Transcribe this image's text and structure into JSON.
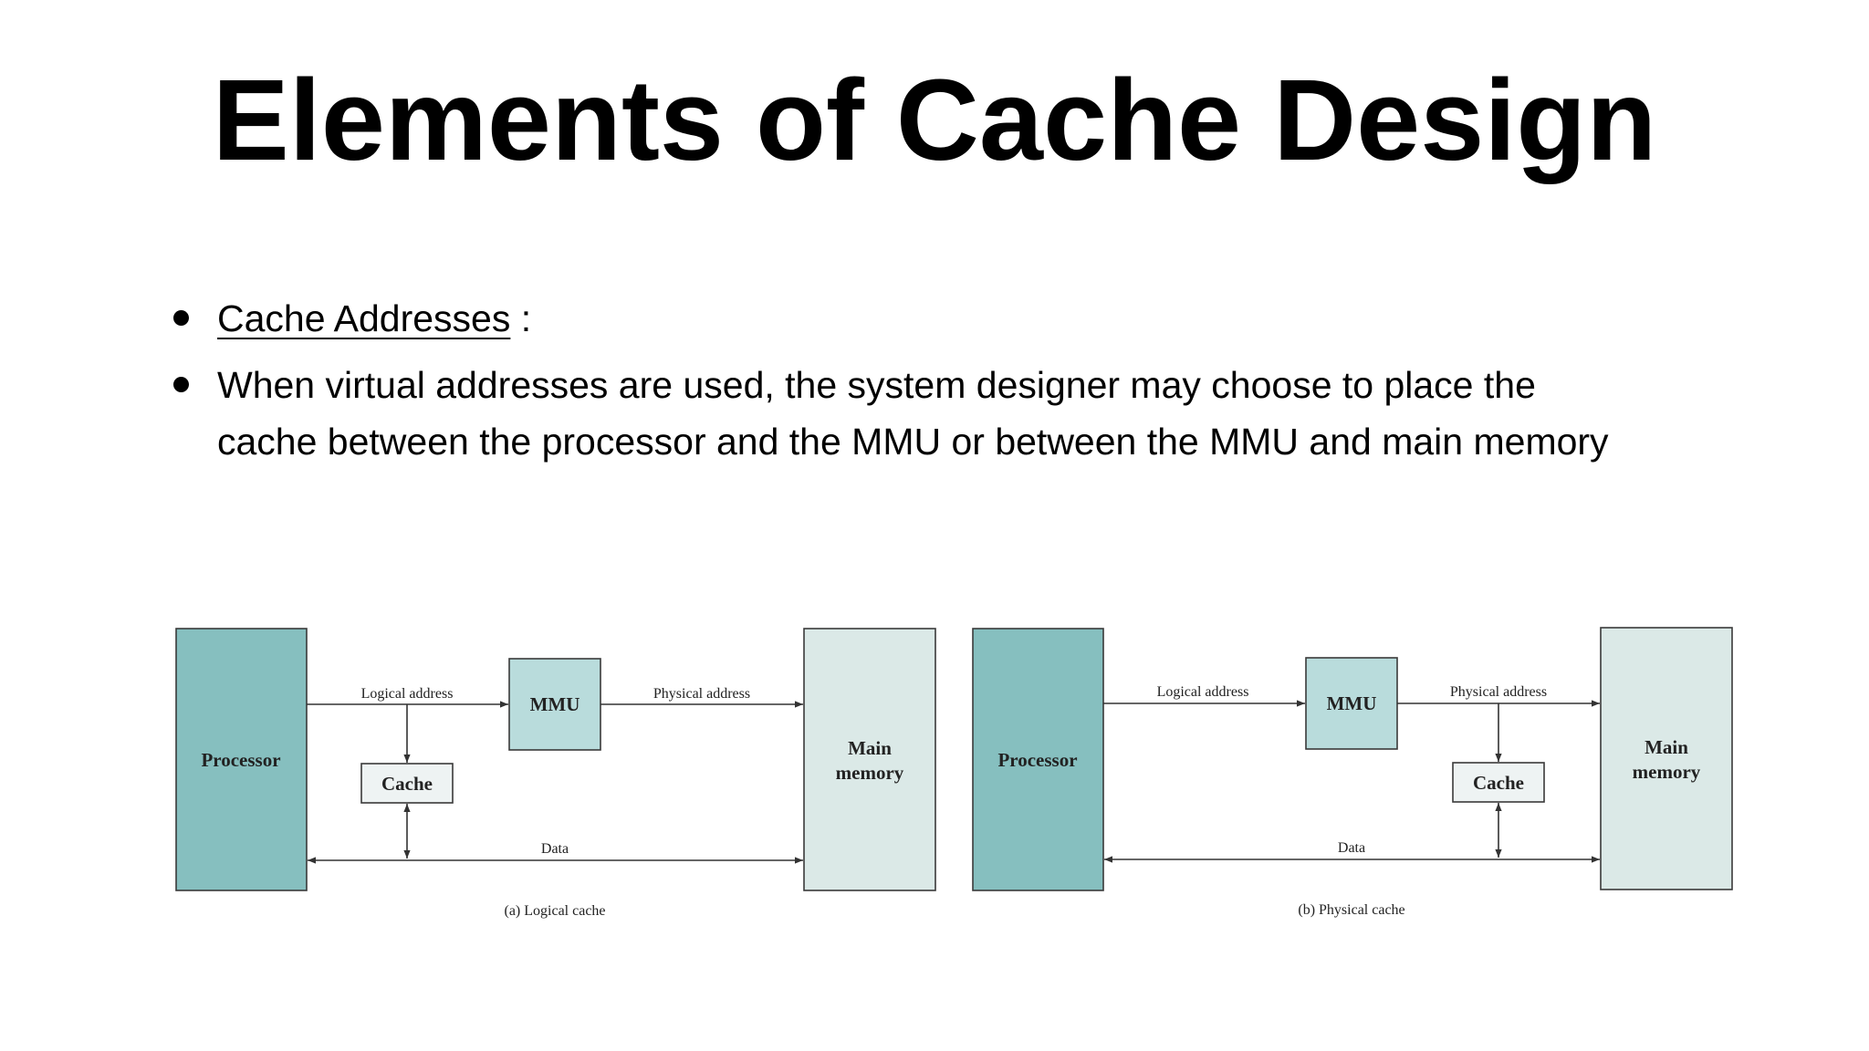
{
  "slide": {
    "title": "Elements of Cache Design",
    "bullets": {
      "first_label": "Cache Addresses",
      "first_suffix": " :",
      "second_line1": "When virtual addresses are used, the system designer may choose to place the",
      "second_line2": "cache between the processor and the MMU or between the MMU and main memory"
    }
  },
  "diagram": {
    "colors": {
      "processor": "#86bfbf",
      "mmu": "#b9dcdc",
      "memory": "#dbe9e7",
      "cache": "#eef3f3",
      "stroke": "#3a3a3a"
    },
    "logical": {
      "processor": "Processor",
      "logical_address": "Logical address",
      "mmu": "MMU",
      "physical_address": "Physical address",
      "memory_line1": "Main",
      "memory_line2": "memory",
      "cache": "Cache",
      "data": "Data",
      "caption": "(a) Logical cache"
    },
    "physical": {
      "processor": "Processor",
      "logical_address": "Logical address",
      "mmu": "MMU",
      "physical_address": "Physical address",
      "memory_line1": "Main",
      "memory_line2": "memory",
      "cache": "Cache",
      "data": "Data",
      "caption": "(b) Physical cache"
    }
  }
}
